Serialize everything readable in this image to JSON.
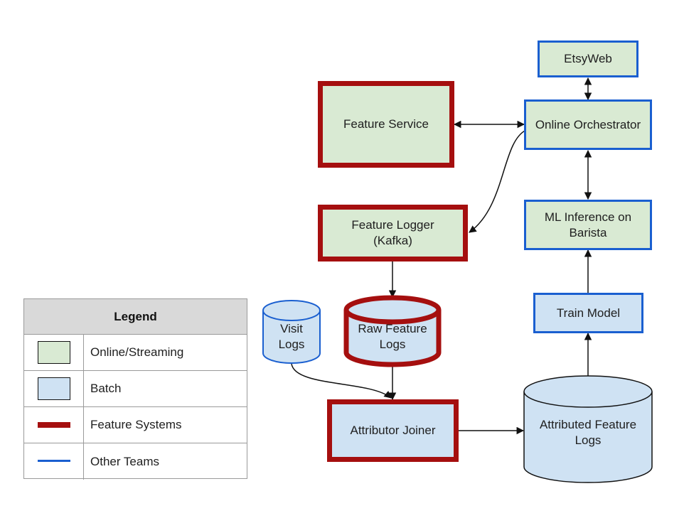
{
  "nodes": {
    "etsyweb": "EtsyWeb",
    "online_orchestrator": "Online Orchestrator",
    "feature_service": "Feature Service",
    "feature_logger": "Feature Logger\n(Kafka)",
    "ml_inference": "ML Inference on\nBarista",
    "train_model": "Train Model",
    "visit_logs": "Visit\nLogs",
    "raw_feature_logs": "Raw Feature\nLogs",
    "attributor_joiner": "Attributor Joiner",
    "attributed_feature_logs": "Attributed Feature\nLogs"
  },
  "legend": {
    "title": "Legend",
    "items": [
      {
        "label": "Online/Streaming",
        "symbol": "green-box",
        "color": "#d9ead3"
      },
      {
        "label": "Batch",
        "symbol": "blue-box",
        "color": "#cfe2f3"
      },
      {
        "label": "Feature Systems",
        "symbol": "red-line",
        "color": "#a50f0f"
      },
      {
        "label": "Other Teams",
        "symbol": "blue-line",
        "color": "#1a5fd0"
      }
    ]
  },
  "colors": {
    "online_fill": "#d9ead3",
    "batch_fill": "#cfe2f3",
    "feature_systems_border": "#a50f0f",
    "other_teams_border": "#1a5fd0"
  }
}
